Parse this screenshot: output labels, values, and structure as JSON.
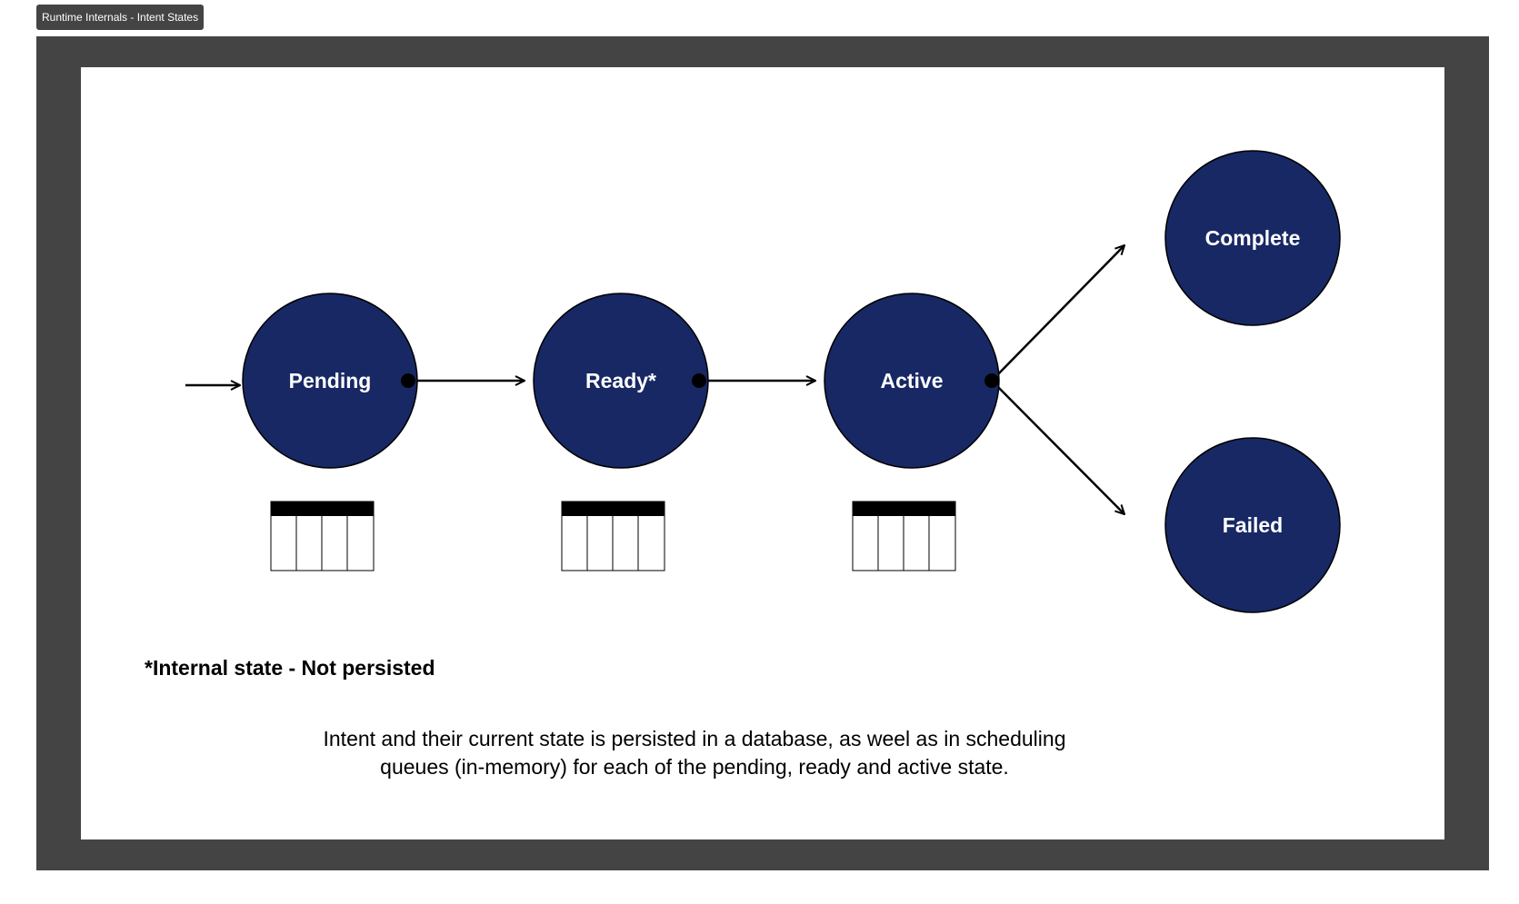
{
  "frame": {
    "title": "Runtime Internals - Intent States"
  },
  "colors": {
    "frame_bg": "#444444",
    "node_fill": "#172864",
    "node_text": "#ffffff",
    "edge": "#000000"
  },
  "diagram": {
    "nodes": {
      "pending": "Pending",
      "ready": "Ready*",
      "active": "Active",
      "complete": "Complete",
      "failed": "Failed"
    },
    "queue_icon": "queue-table-icon"
  },
  "footnote": "*Internal state - Not persisted",
  "description": {
    "line1": "Intent and their current state is persisted in a database, as weel as in scheduling",
    "line2": "queues (in-memory) for each of the pending, ready and active state."
  }
}
